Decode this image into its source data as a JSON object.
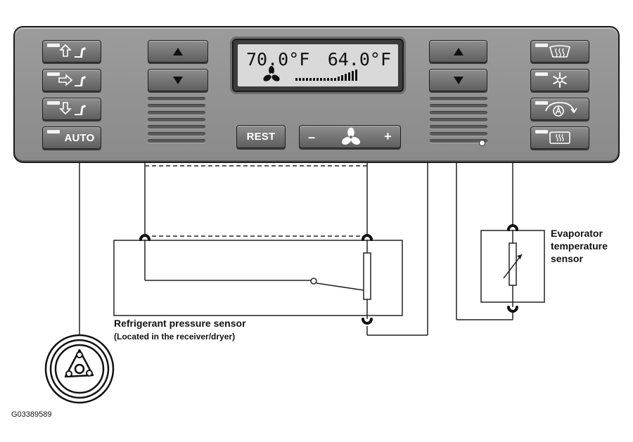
{
  "panel": {
    "display": {
      "driver_temp": "70.0°F",
      "passenger_temp": "64.0°F",
      "fan_level": 0.75
    },
    "buttons": {
      "auto": "AUTO",
      "rest": "REST",
      "fan_minus": "–",
      "fan_plus": "+"
    }
  },
  "labels": {
    "evaporator_sensor": [
      "Evaporator",
      "temperature",
      "sensor"
    ],
    "pressure_sensor": "Refrigerant pressure sensor",
    "pressure_sensor_location": "(Located in the receiver/dryer)",
    "figure_id": "G03389589"
  }
}
